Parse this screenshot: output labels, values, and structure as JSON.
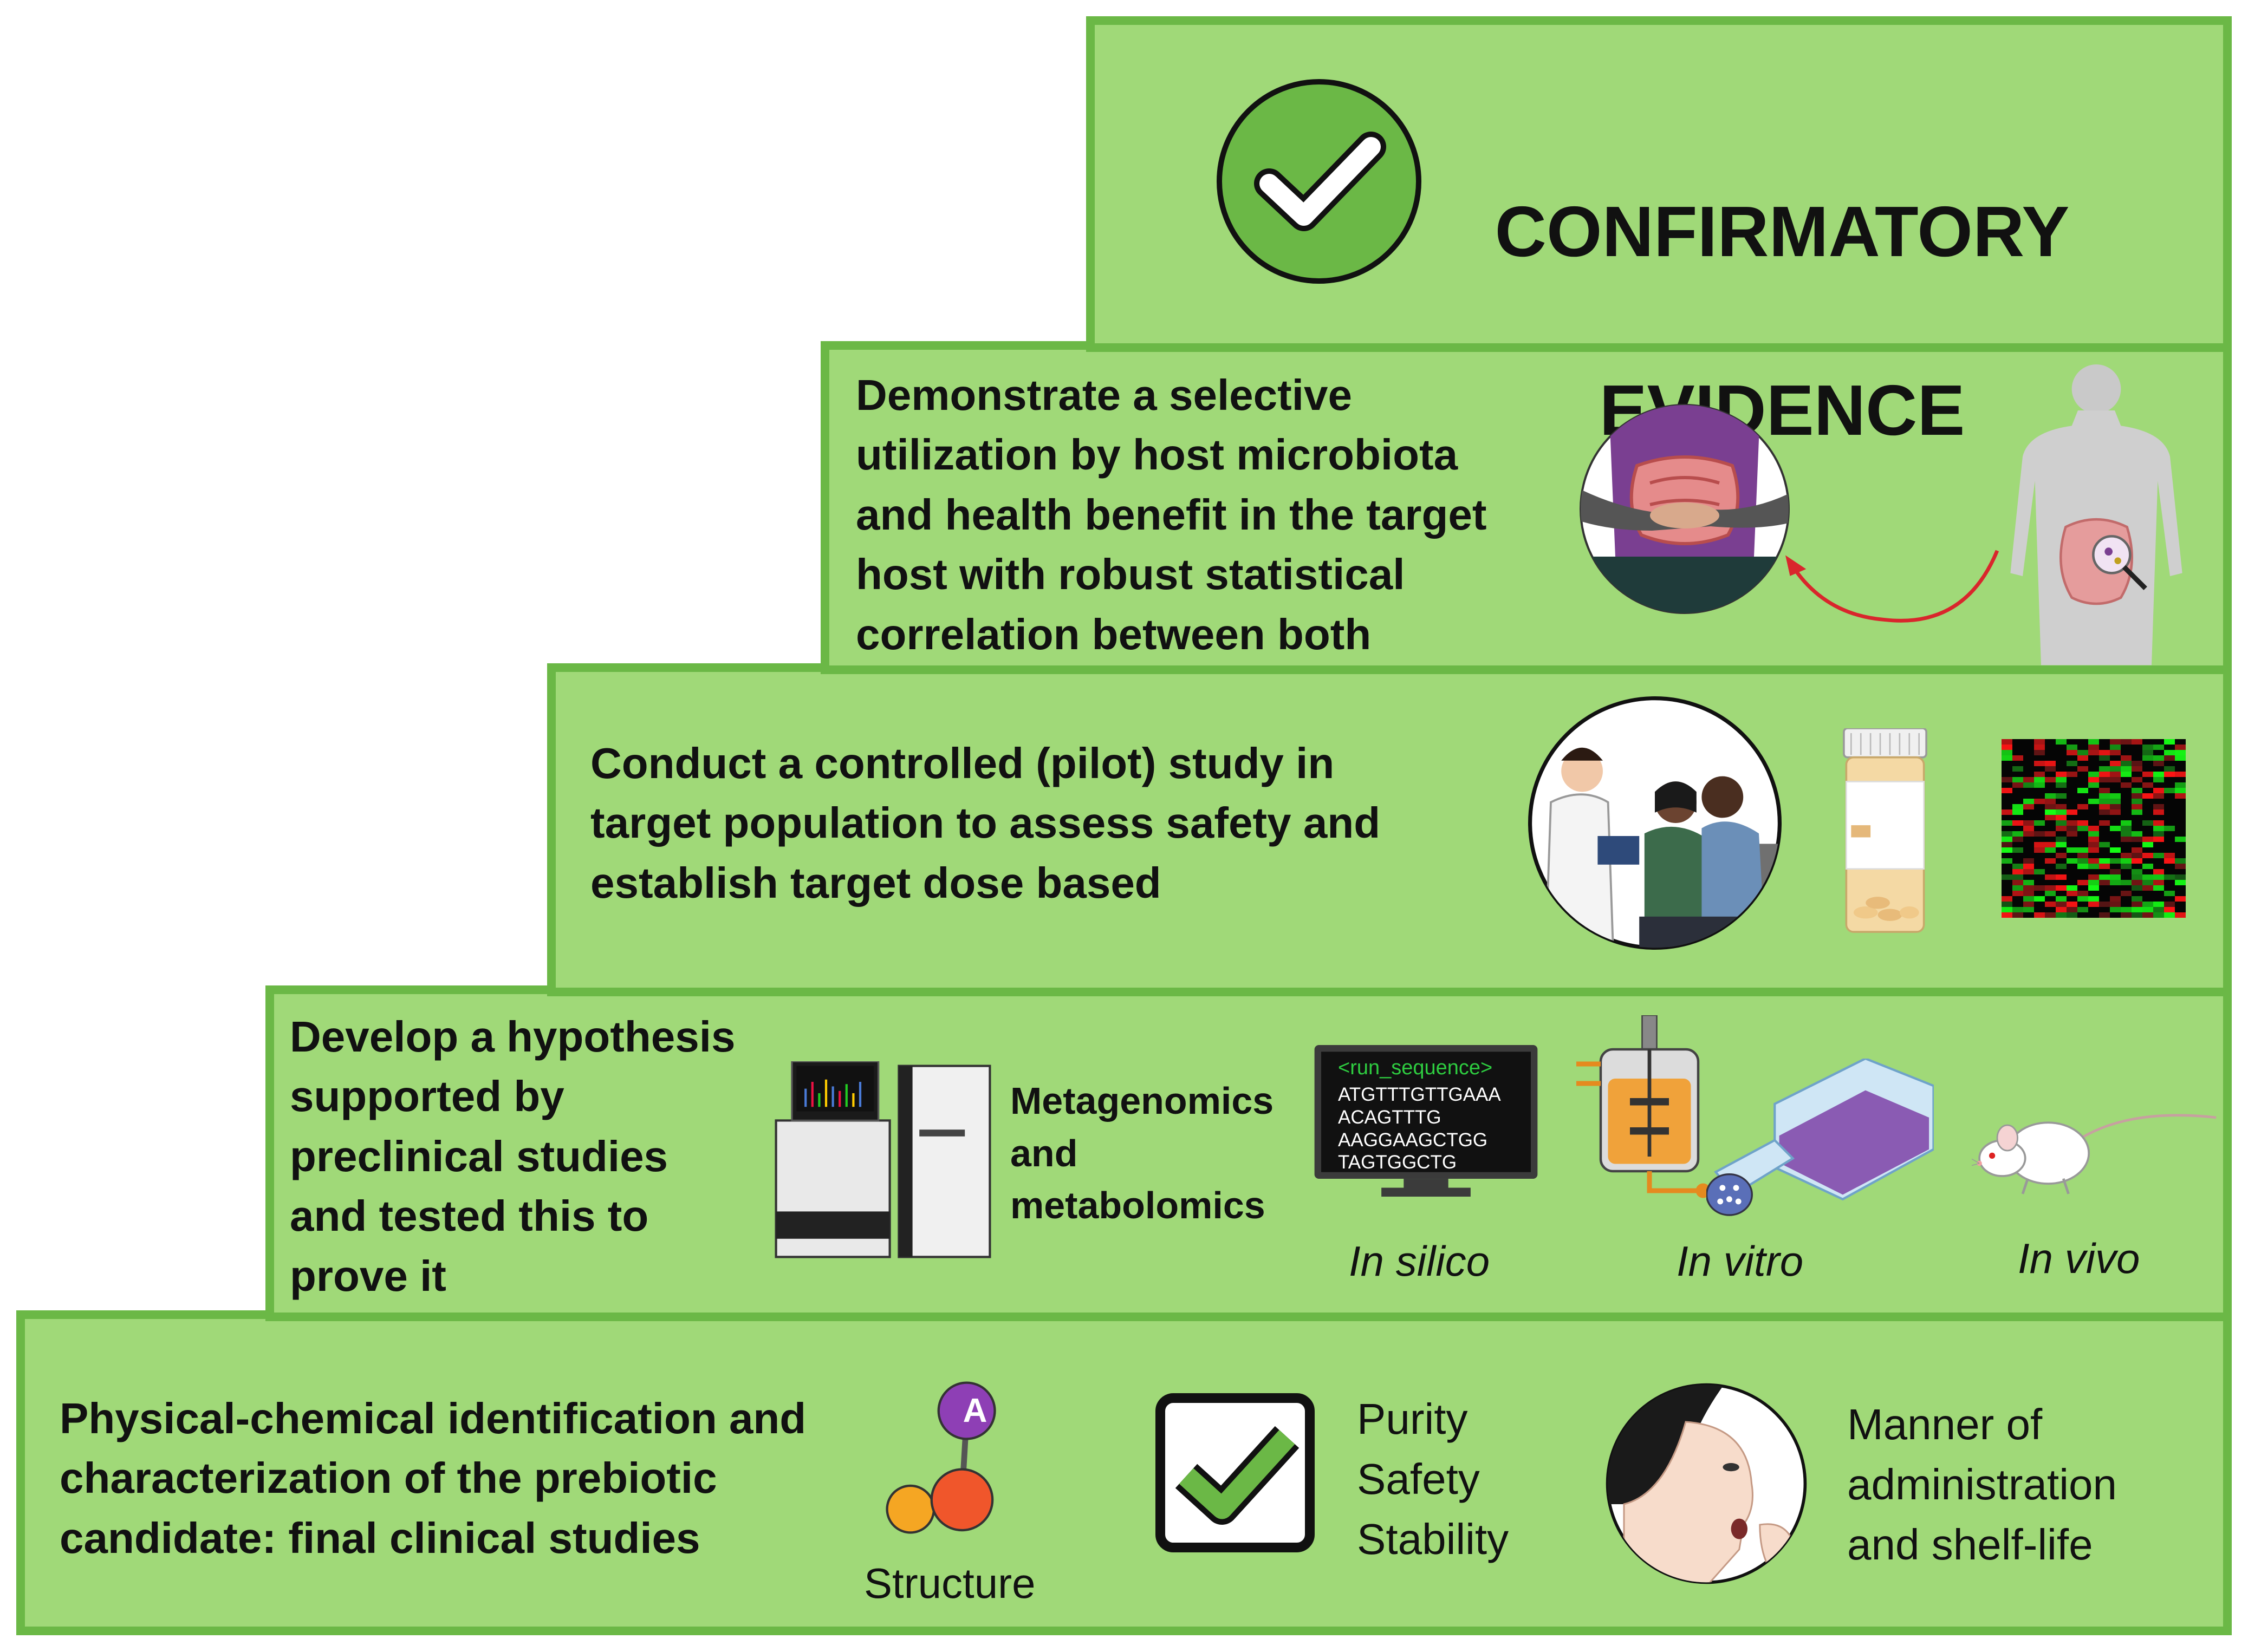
{
  "steps": {
    "top": {
      "title_line1": "CONFIRMATORY",
      "title_line2": "EVIDENCE",
      "icon": "check-circle-icon"
    },
    "step4": {
      "text": "Demonstrate a selective\nutilization by host microbiota\nand health benefit in the target\nhost with robust statistical\ncorrelation between both",
      "icons": [
        "abdomen-pain-icon",
        "human-gut-icon",
        "curved-arrow-icon"
      ]
    },
    "step3": {
      "text": "Conduct a controlled (pilot) study in\ntarget population to assess safety and\nestablish target dose based",
      "icons": [
        "clinical-consultation-icon",
        "pill-bottle-icon",
        "heatmap-icon"
      ]
    },
    "step2": {
      "text": "Develop a hypothesis\nsupported by\npreclinical studies\nand tested this to\nprove it",
      "sequencer_label": "Metagenomics\nand\nmetabolomics",
      "monitor": {
        "prompt": "<run_sequence>",
        "sequence": [
          "ATGTTTGTTGAAA",
          "ACAGTTTG",
          "AAGGAAGCTGG",
          "TAGTGGCTG"
        ]
      },
      "labels": {
        "silico": "In silico",
        "vitro": "In vitro",
        "vivo": "In vivo"
      },
      "icons": [
        "sequencer-icon",
        "monitor-icon",
        "bioreactor-icon",
        "culture-flask-icon",
        "mouse-icon"
      ]
    },
    "step1": {
      "text": "Physical-chemical identification and\ncharacterization of the prebiotic\ncandidate: final clinical studies",
      "molecule_badge": "A",
      "structure_label": "Structure",
      "quality_label": "Purity\nSafety\nStability",
      "admin_label": "Manner of\nadministration\nand shelf-life",
      "icons": [
        "molecule-icon",
        "checkbox-icon",
        "oral-administration-icon"
      ]
    }
  },
  "colors": {
    "step_fill": "#a0d978",
    "step_border": "#6bb846",
    "check_circle": "#6bb846",
    "arrow": "#d9262c"
  }
}
